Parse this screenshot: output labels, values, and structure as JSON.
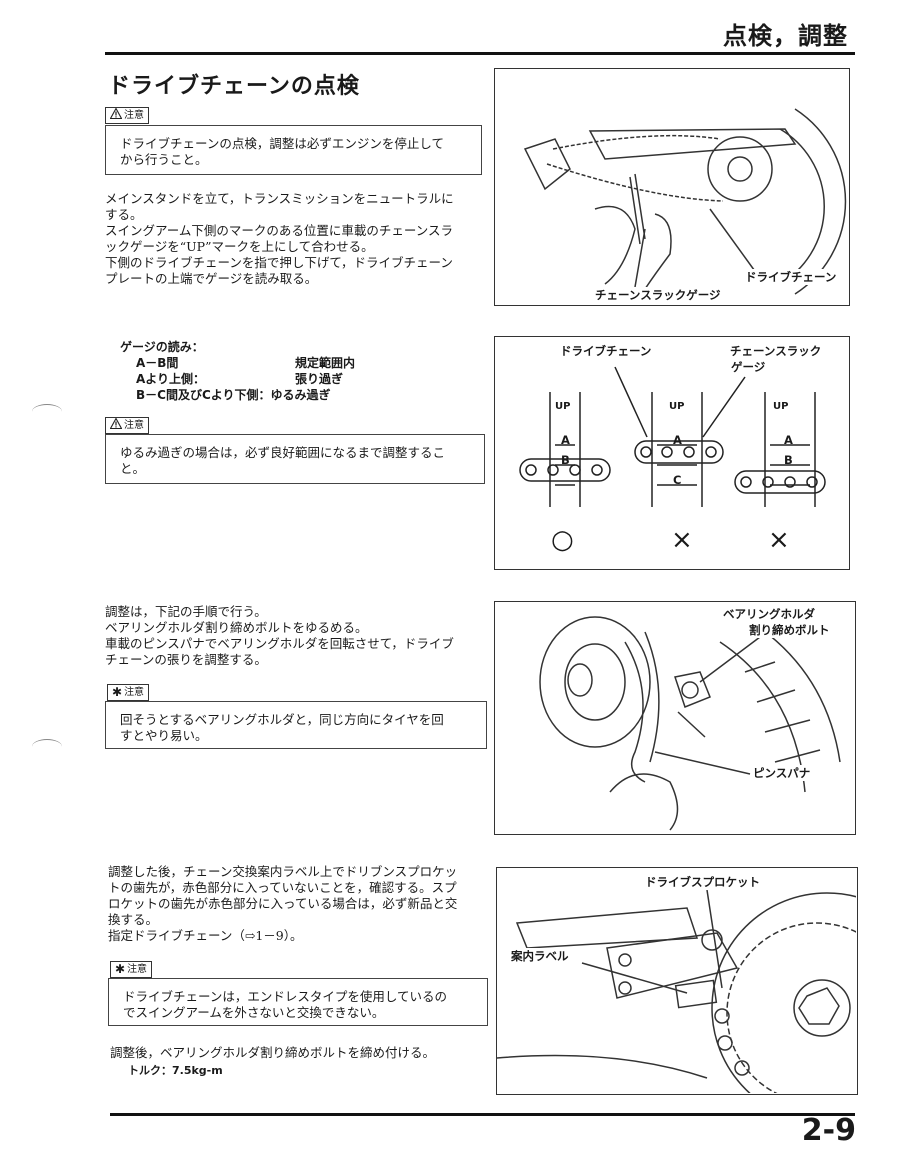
{
  "header": {
    "title": "点検，調整"
  },
  "section": {
    "title": "ドライブチェーンの点検"
  },
  "caution_label": "注意",
  "note_label": "注意",
  "block1": {
    "caution_lines": [
      "ドライブチェーンの点検，調整は必ずエンジンを停止して",
      "から行うこと。"
    ],
    "body_lines": [
      "メインスタンドを立て，トランスミッションをニュートラルに",
      "する。",
      "スイングアーム下側のマークのある位置に車載のチェーンスラ",
      "ックゲージを“UP”マークを上にして合わせる。",
      "下側のドライブチェーンを指で押し下げて，ドライブチェーン",
      "プレートの上端でゲージを読み取る。"
    ],
    "figure": {
      "label_chain": "ドライブチェーン",
      "label_gauge": "チェーンスラックゲージ"
    }
  },
  "block2": {
    "gauge_title": "ゲージの読み：",
    "gauge_rows": [
      {
        "key": "A－B間",
        "value": "規定範囲内"
      },
      {
        "key": "Aより上側：",
        "value": "張り過ぎ"
      },
      {
        "key": "B－C間及びCより下側：",
        "value": "ゆるみ過ぎ"
      }
    ],
    "caution_lines": [
      "ゆるみ過ぎの場合は，必ず良好範囲になるまで調整するこ",
      "と。"
    ],
    "figure": {
      "label_chain": "ドライブチェーン",
      "label_gauge_1": "チェーンスラック",
      "label_gauge_2": "ゲージ",
      "up_label": "UP",
      "mark_a": "A",
      "mark_b": "B",
      "mark_c": "C",
      "result_ok": "○",
      "result_ng_1": "×",
      "result_ng_2": "×"
    }
  },
  "block3": {
    "body_lines": [
      "調整は，下記の手順で行う。",
      "ベアリングホルダ割り締めボルトをゆるめる。",
      "車載のピンスパナでベアリングホルダを回転させて，ドライブ",
      "チェーンの張りを調整する。"
    ],
    "note_lines": [
      "回そうとするベアリングホルダと，同じ方向にタイヤを回",
      "すとやり易い。"
    ],
    "figure": {
      "label_bolt_1": "ベアリングホルダ",
      "label_bolt_2": "割り締めボルト",
      "label_spanner": "ピンスパナ"
    }
  },
  "block4": {
    "body_lines": [
      "調整した後，チェーン交換案内ラベル上でドリブンスプロケッ",
      "トの歯先が，赤色部分に入っていないことを，確認する。スプ",
      "ロケットの歯先が赤色部分に入っている場合は，必ず新品と交",
      "換する。",
      "指定ドライブチェーン（⇨1－9）。"
    ],
    "note_lines": [
      "ドライブチェーンは，エンドレスタイプを使用しているの",
      "でスイングアームを外さないと交換できない。"
    ],
    "after_line": "調整後，ベアリングホルダ割り締めボルトを締め付ける。",
    "torque": "トルク：7.5kg-m",
    "figure": {
      "label_sprocket": "ドライブスプロケット",
      "label_guide": "案内ラベル"
    }
  },
  "page_number": "2-9",
  "colors": {
    "ink": "#1a1a1a",
    "rule": "#111111",
    "paper": "#ffffff"
  }
}
